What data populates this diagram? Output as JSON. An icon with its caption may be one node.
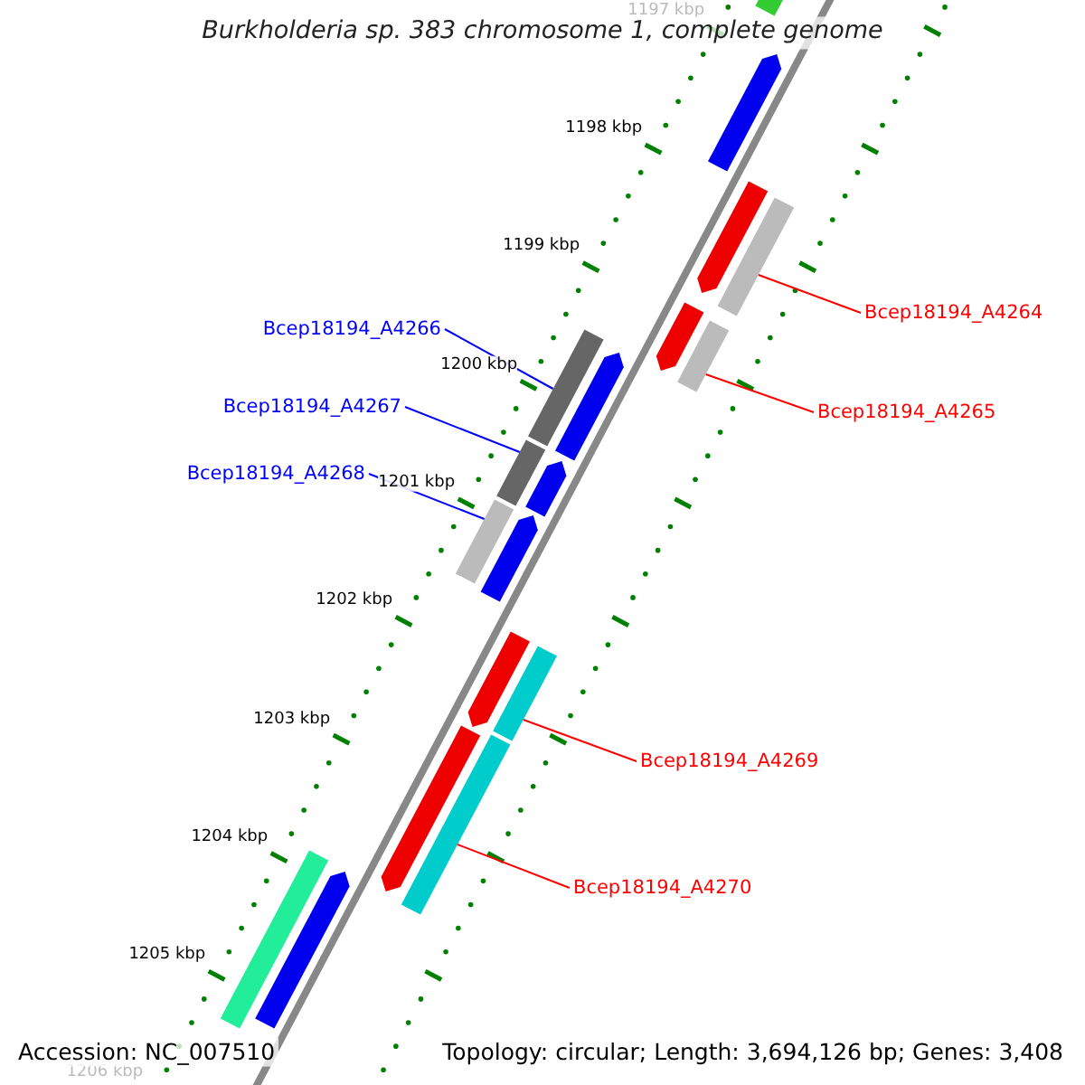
{
  "diagram": {
    "title": "Burkholderia sp. 383 chromosome 1, complete genome",
    "nodes": [
      {
        "text": [
          "Bcep18194_A4264"
        ]
      },
      {
        "text": [],
        "shape": "bar"
      },
      {
        "text": [
          "Bcep18194_A4265"
        ]
      },
      {
        "text": [],
        "shape": "bar"
      },
      {
        "text": [
          "Bcep18194_A4266"
        ]
      },
      {
        "text": [],
        "shape": "bar"
      },
      {
        "text": [
          "Bcep18194_A4267"
        ]
      },
      {
        "text": [],
        "shape": "bar"
      },
      {
        "text": [
          "Bcep18194_A4268"
        ]
      },
      {
        "text": [],
        "shape": "bar"
      },
      {
        "text": [
          "Bcep18194_A4269"
        ]
      },
      {
        "text": [],
        "shape": "bar"
      },
      {
        "text": [
          "Bcep18194_A4270"
        ]
      },
      {
        "text": [],
        "shape": "bar"
      },
      {
        "text": [],
        "shape": "bar"
      },
      {
        "text": [],
        "shape": "bar"
      },
      {
        "text": [],
        "shape": "bar"
      },
      {
        "text": [],
        "shape": "bar"
      },
      {
        "text": [],
        "shape": "bar"
      },
      {
        "text": [],
        "shape": "bar"
      },
      {
        "text": [],
        "shape": "bar"
      },
      {
        "text": [],
        "shape": "bar"
      },
      {
        "text": [],
        "shape": "bar"
      },
      {
        "text": [],
        "shape": "bar"
      },
      {
        "text": [],
        "shape": "bar"
      }
    ],
    "edges": [
      {
        "from": 0,
        "to": 1,
        "arrow": "none"
      },
      {
        "from": 2,
        "to": 3,
        "arrow": "none"
      },
      {
        "from": 4,
        "to": 5,
        "arrow": "none",
        "color": "#0000ff"
      },
      {
        "from": 6,
        "to": 7,
        "arrow": "none",
        "color": "#0000ff"
      },
      {
        "from": 8,
        "to": 9,
        "arrow": "none",
        "color": "#0000ff"
      },
      {
        "from": 10,
        "to": 11,
        "arrow": "none"
      },
      {
        "from": 12,
        "to": 13,
        "arrow": "none"
      }
    ],
    "labels": [
      "1197 kbp",
      "1198 kbp",
      "1199 kbp",
      "1200 kbp",
      "1201 kbp",
      "1202 kbp",
      "1203 kbp",
      "1204 kbp",
      "1205 kbp",
      "1206 kbp",
      "Accession: NC_007510",
      "Topology: circular; Length: 3,694,126 bp; Genes: 3,408"
    ]
  }
}
